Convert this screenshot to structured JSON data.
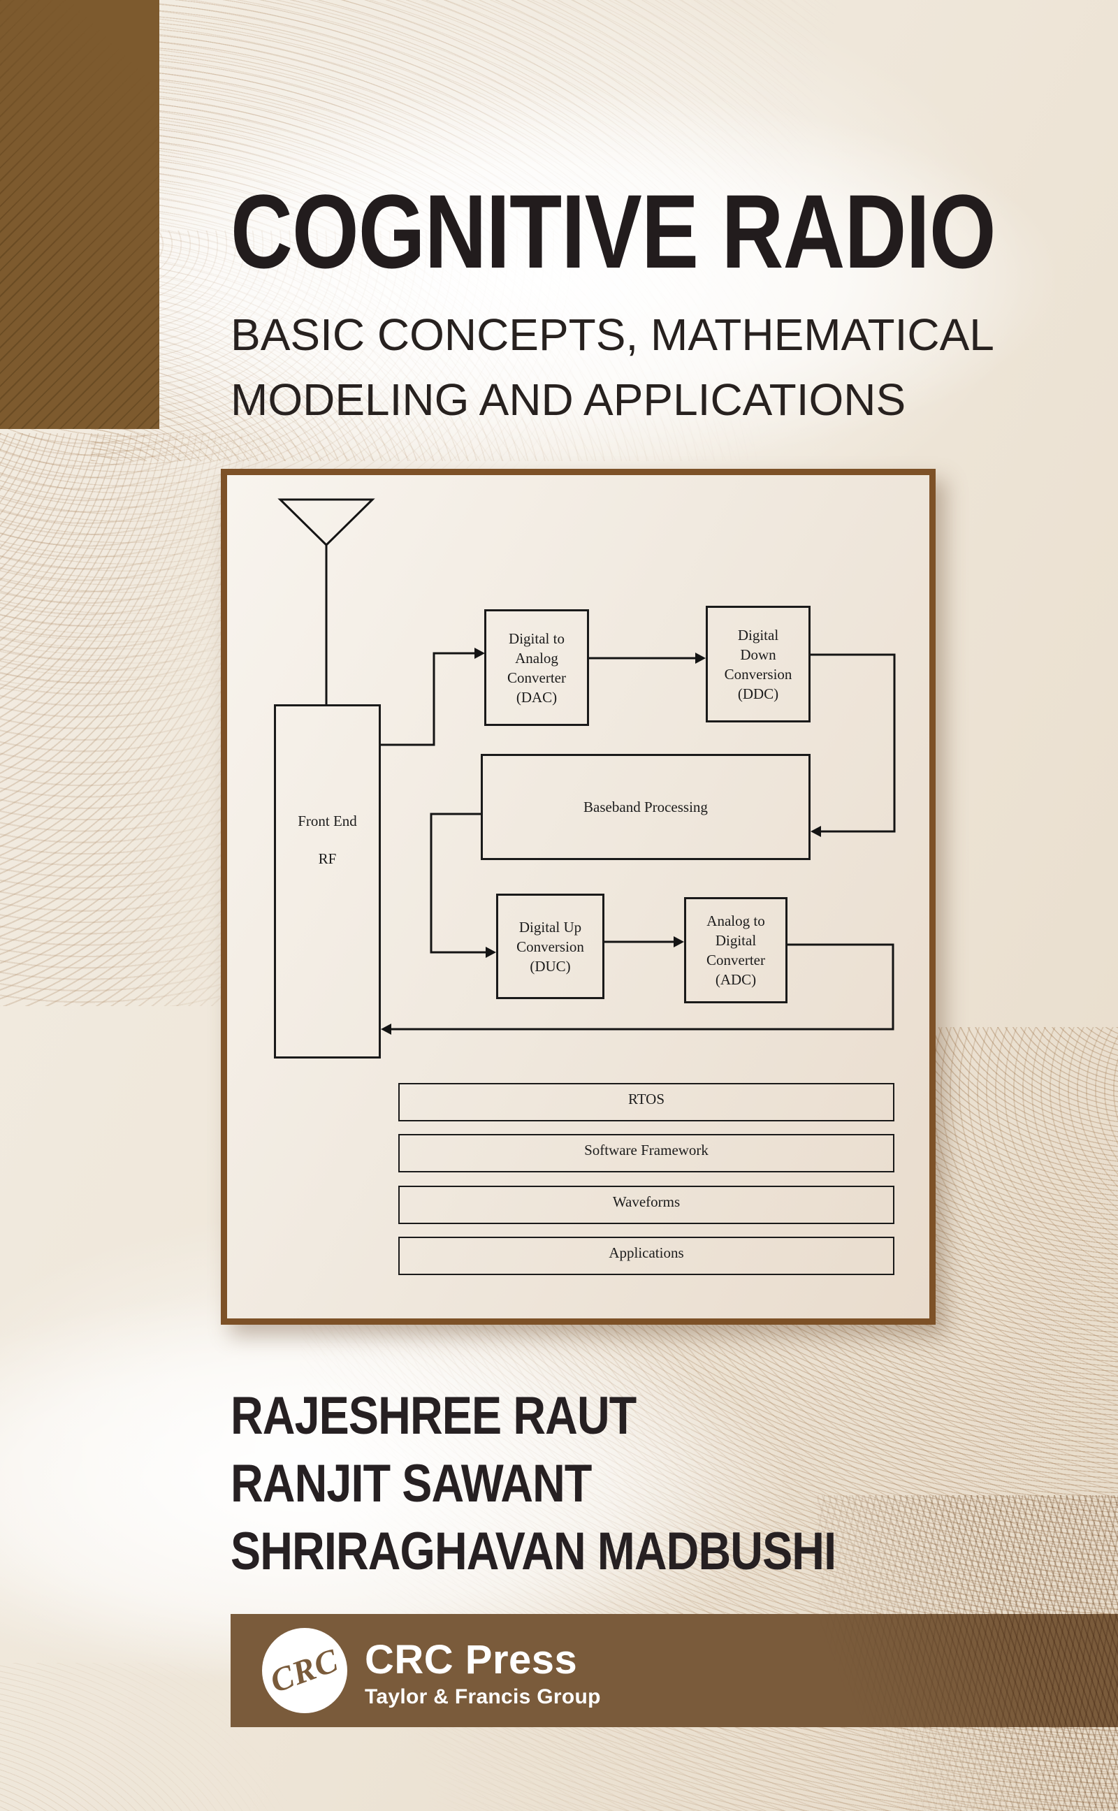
{
  "cover": {
    "title": "COGNITIVE RADIO",
    "subtitle": {
      "line1": "BASIC CONCEPTS, MATHEMATICAL",
      "line2": "MODELING AND APPLICATIONS"
    },
    "authors": [
      "RAJESHREE RAUT",
      "RANJIT SAWANT",
      "SHRIRAGHAVAN MADBUSHI"
    ]
  },
  "diagram": {
    "blocks": {
      "frontend": {
        "lines": [
          "Front End",
          "RF"
        ]
      },
      "dac": {
        "lines": [
          "Digital to",
          "Analog",
          "Converter",
          "(DAC)"
        ]
      },
      "ddc": {
        "lines": [
          "Digital",
          "Down",
          "Conversion",
          "(DDC)"
        ]
      },
      "baseband": {
        "lines": [
          "Baseband Processing"
        ]
      },
      "duc": {
        "lines": [
          "Digital Up",
          "Conversion",
          "(DUC)"
        ]
      },
      "adc": {
        "lines": [
          "Analog to",
          "Digital",
          "Converter",
          "(ADC)"
        ]
      }
    },
    "layers": [
      "RTOS",
      "Software Framework",
      "Waveforms",
      "Applications"
    ]
  },
  "publisher": {
    "monogram": "CRC",
    "name": "CRC Press",
    "tagline": "Taylor & Francis Group"
  },
  "colors": {
    "corner_block": "#7d5a2e",
    "panel_border": "#7d5127",
    "publisher_band": "#7a5b3b",
    "swirl_line": "#96673c",
    "text_dark": "#221c1d"
  }
}
